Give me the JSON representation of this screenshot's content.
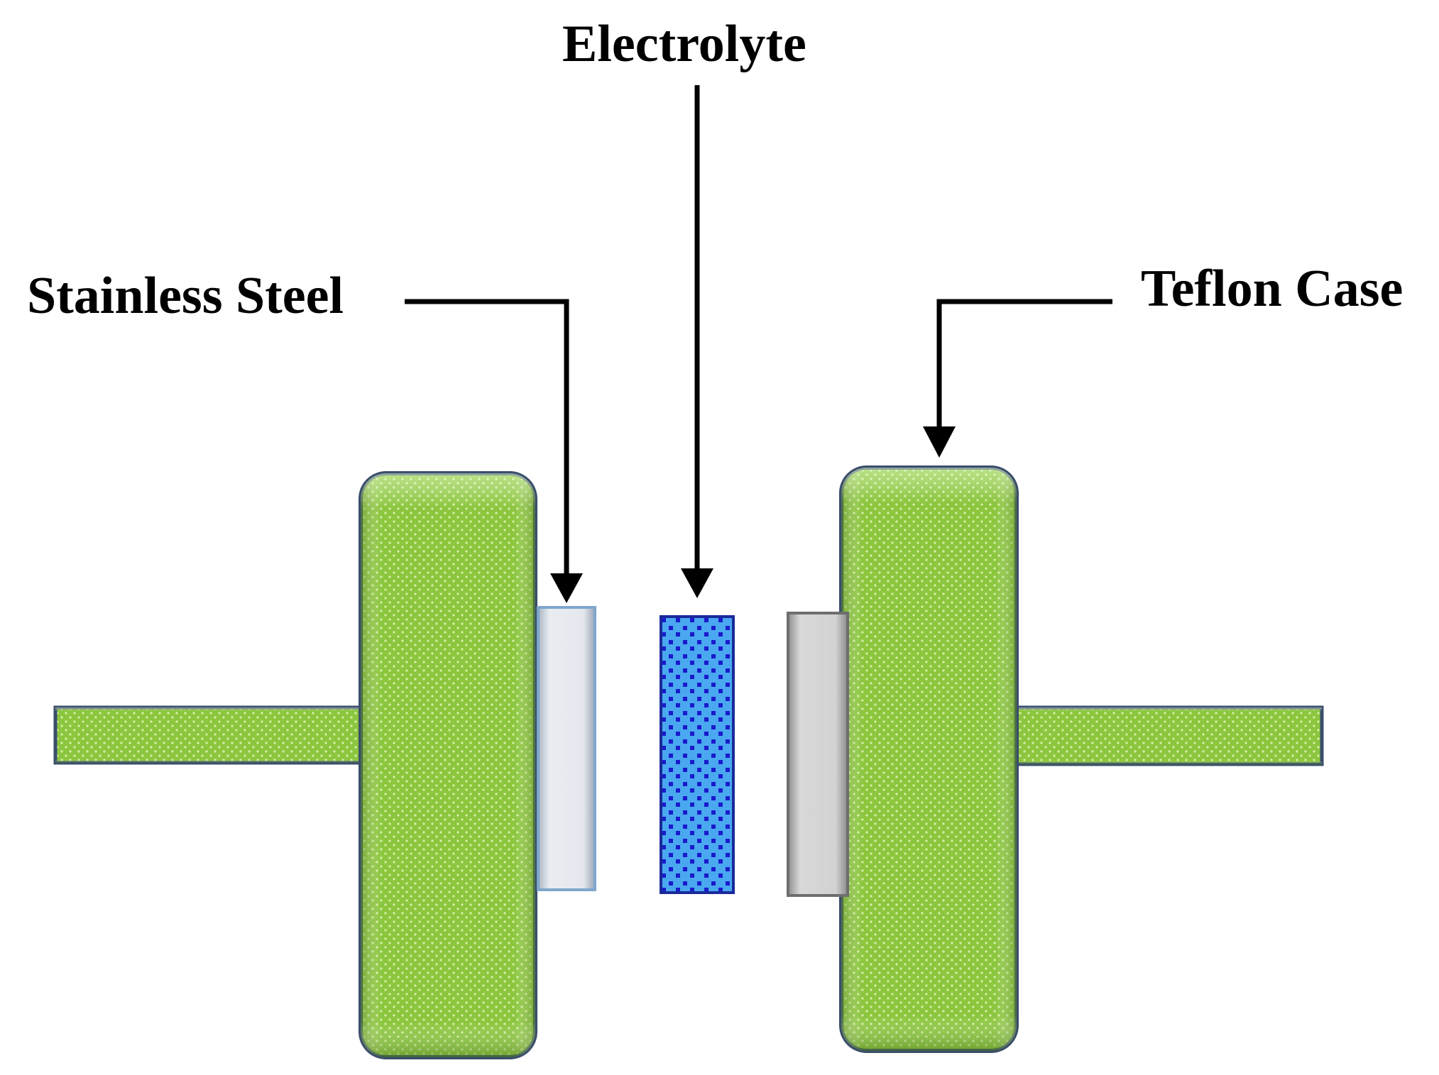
{
  "labels": {
    "electrolyte": "Electrolyte",
    "stainless_steel": "Stainless Steel",
    "teflon_case": "Teflon Case"
  },
  "colors": {
    "teflon_fill": "#8cc63f",
    "teflon_border": "#3a4e6b",
    "steel_fill": "#d9dde3",
    "steel_border": "#7fa7cc",
    "steel_right_fill": "#c8c8c8",
    "steel_right_border": "#6e6e6e",
    "electrolyte_fill": "#4aa8f0",
    "electrolyte_square": "#1a1acc",
    "electrolyte_border": "#1a2a9a",
    "arrow": "#000000"
  }
}
